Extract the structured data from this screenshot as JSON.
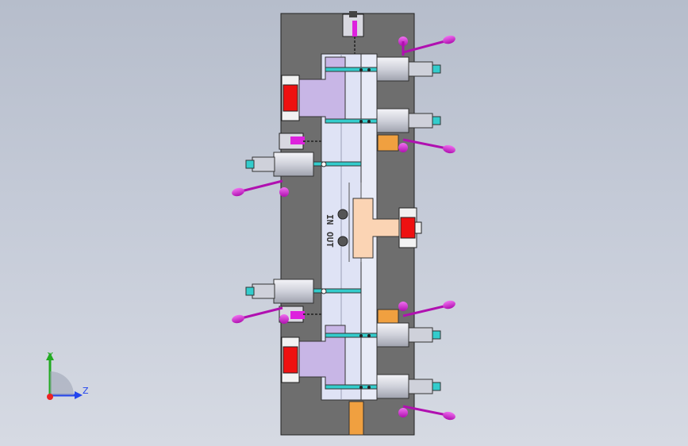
{
  "viewport": {
    "background": [
      "#b6bdcb",
      "#d6dae3"
    ]
  },
  "model": {
    "plate_color": "#6e6e6e",
    "guide_color": "#dfe3f5",
    "bracket_color": "#c8b6e6",
    "locator_red": "#ee1111",
    "clamp_magenta": "#dd22dd",
    "block_orange": "#f0a040",
    "slider_peach": "#fbd4b4",
    "cylinder_steel": "#dcdde4",
    "rod_cyan": "#33cccc",
    "engraving": {
      "in": "IN",
      "out": "OUT"
    }
  },
  "triad": {
    "y_label": "Y",
    "z_label": "Z",
    "y_color": "#22aa22",
    "z_color": "#2244ee",
    "x_color": "#ee2222"
  }
}
